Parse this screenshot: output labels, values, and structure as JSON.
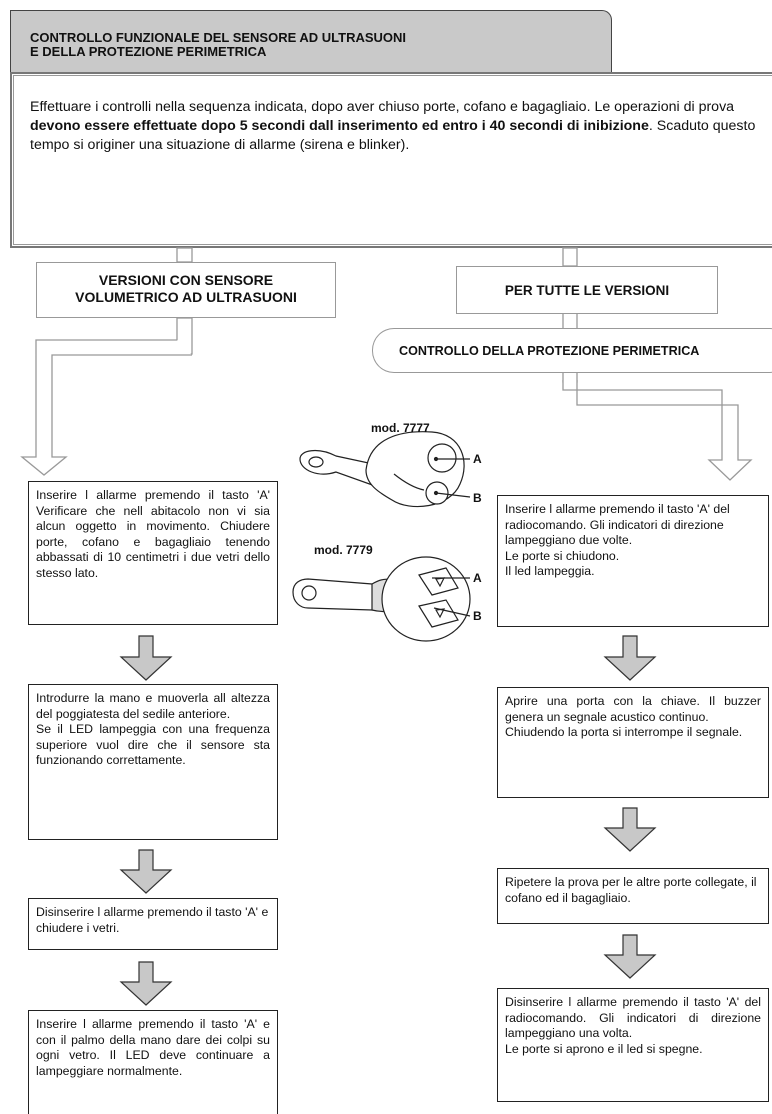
{
  "header": {
    "title_line1": "CONTROLLO FUNZIONALE DEL SENSORE AD ULTRASUONI",
    "title_line2": "E DELLA PROTEZIONE PERIMETRICA"
  },
  "intro": {
    "text_a": "Effettuare i controlli nella sequenza indicata, dopo aver chiuso porte, cofano e bagagliaio. Le operazioni di  prova ",
    "text_bold": "devono essere effettuate dopo 5 secondi dall inserimento ed entro i 40 secondi di inibizione",
    "text_b": ". Scaduto questo tempo si originer  una situazione di allarme (sirena e blinker)."
  },
  "left": {
    "heading_line1": "VERSIONI CON SENSORE",
    "heading_line2": "VOLUMETRICO AD ULTRASUONI",
    "steps": [
      "Inserire l allarme premendo il tasto 'A' Verificare che nell abitacolo non vi sia alcun oggetto in movimento. Chiudere porte, cofano e bagagliaio tenendo abbassati di 10 centimetri i  due vetri dello stesso lato.",
      "Introdurre la mano e muoverla all altezza del poggiatesta del sedile anteriore.\nSe il LED lampeggia con una frequenza superiore vuol dire che il sensore sta funzionando correttamente.",
      "Disinserire l allarme premendo il tasto 'A' e chiudere i vetri.",
      "Inserire l allarme premendo il tasto 'A' e con il palmo della mano dare dei colpi su ogni vetro. Il LED deve continuare a lampeggiare normalmente."
    ]
  },
  "right": {
    "heading": "PER TUTTE LE VERSIONI",
    "subheading": "CONTROLLO DELLA PROTEZIONE PERIMETRICA",
    "steps": [
      "Inserire l allarme premendo il tasto 'A' del radiocomando. Gli indicatori di direzione lampeggiano due volte.\nLe porte si chiudono.\nIl led lampeggia.",
      "Aprire una porta con la chiave. Il buzzer genera un segnale acustico continuo.\nChiudendo la porta si interrompe il segnale.",
      "Ripetere la prova per le altre porte collegate, il cofano ed il bagagliaio.",
      "Disinserire l allarme premendo il tasto 'A' del radiocomando. Gli indicatori di direzione lampeggiano una volta.\nLe porte si aprono e il led si spegne."
    ]
  },
  "remotes": {
    "model1": "mod. 7777",
    "model2": "mod. 7779",
    "key_a": "A",
    "key_b": "B"
  },
  "colors": {
    "header_bg": "#c9c9c9",
    "arrow_fill": "#c8c8c8",
    "outline": "#999999"
  }
}
